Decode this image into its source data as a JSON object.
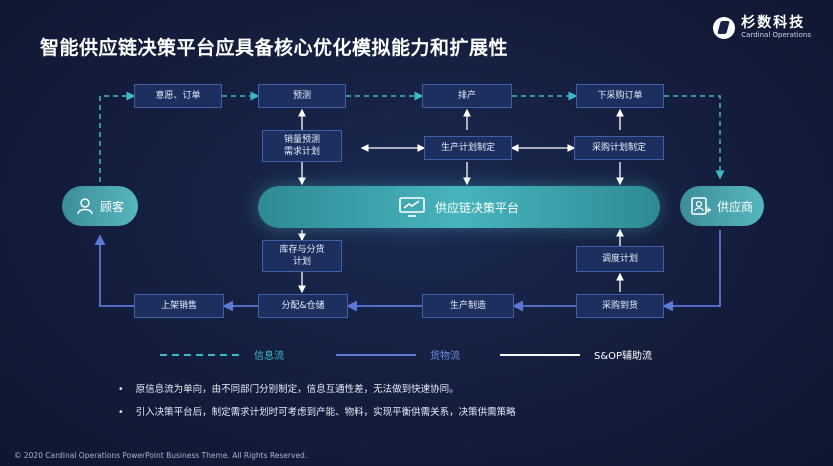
{
  "title": "智能供应链决策平台应具备核心优化模拟能力和扩展性",
  "logo": {
    "name_cn": "杉数科技",
    "name_en": "Cardinal Operations"
  },
  "top_row": [
    "意愿、订单",
    "预测",
    "排产",
    "下采购订单"
  ],
  "plans": {
    "sales_forecast": "销量预测\n需求计划",
    "production_plan": "生产计划制定",
    "procurement_plan": "采购计划制定",
    "inventory_plan": "库存与分货\n计划",
    "scheduling_plan": "调度计划"
  },
  "bottom_row": [
    "上架销售",
    "分配&仓储",
    "生产制造",
    "采购到货"
  ],
  "platform_label": "供应链决策平台",
  "customer_label": "顾客",
  "supplier_label": "供应商",
  "legend": {
    "info": "信息流",
    "goods": "货物流",
    "sop": "S&OP辅助流"
  },
  "colors": {
    "info": "#3fb8c6",
    "goods": "#5b78d6",
    "sop": "#ffffff"
  },
  "bullets": [
    "原信息流为单向，由不同部门分别制定，信息互通性差，无法做到快速协同。",
    "引入决策平台后，制定需求计划时可考虑到产能、物料，实现平衡供需关系，决策供需策略"
  ],
  "footer": "© 2020 Cardinal Operations PowerPoint Business Theme. All Rights Reserved."
}
